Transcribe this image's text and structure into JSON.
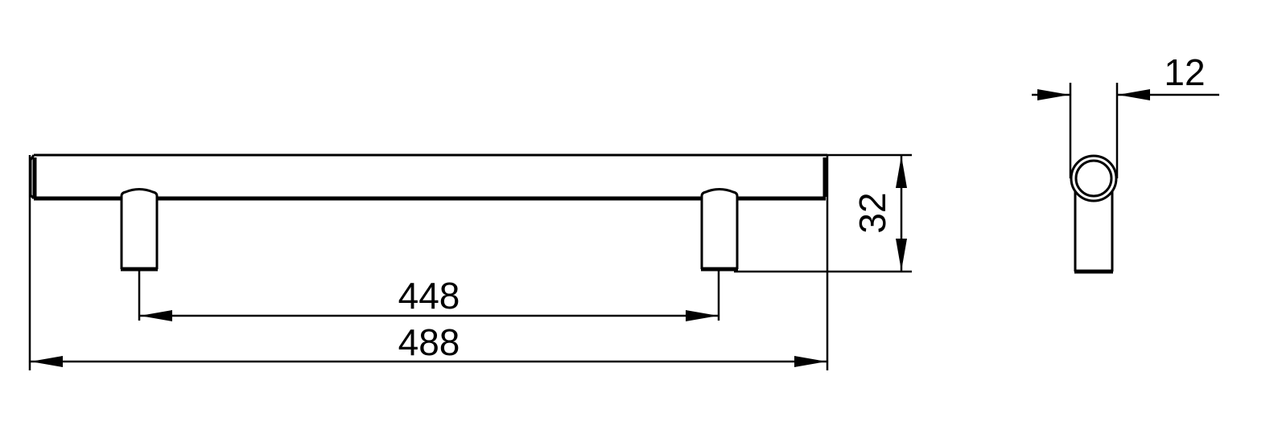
{
  "drawing": {
    "line_color": "#000000",
    "background": "#ffffff",
    "front_view": {
      "dim_hole_spacing": "448",
      "dim_overall_length": "488",
      "dim_height": "32"
    },
    "side_view": {
      "dim_diameter": "12"
    }
  }
}
